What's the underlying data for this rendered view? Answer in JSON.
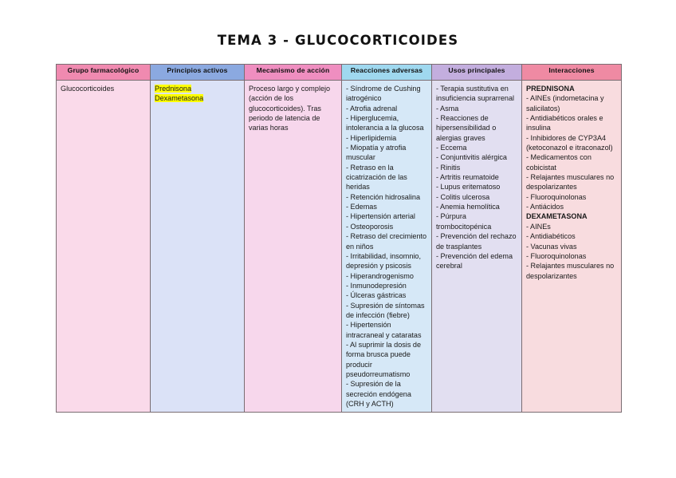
{
  "document": {
    "title": "TEMA 3 - GLUCOCORTICOIDES"
  },
  "table": {
    "headers": [
      {
        "label": "Grupo farmacológico",
        "header_color": "#f08ab0",
        "body_color": "#fadaea"
      },
      {
        "label": "Principios activos",
        "header_color": "#8ba9e0",
        "body_color": "#dbe2f7"
      },
      {
        "label": "Mecanismo de acción",
        "header_color": "#ef8ec0",
        "body_color": "#f7d7ec"
      },
      {
        "label": "Reacciones adversas",
        "header_color": "#9fd8ef",
        "body_color": "#d6e8f7"
      },
      {
        "label": "Usos principales",
        "header_color": "#c3aede",
        "body_color": "#e2dff1"
      },
      {
        "label": "Interacciones",
        "header_color": "#ef8aa3",
        "body_color": "#f8dcdf"
      }
    ],
    "row": {
      "grupo_farmacologico": [
        {
          "text": "Glucocorticoides",
          "highlight": false,
          "bold": false
        }
      ],
      "principios_activos": [
        {
          "text": "Prednisona",
          "highlight": true,
          "bold": false
        },
        {
          "text": "Dexametasona",
          "highlight": true,
          "bold": false
        }
      ],
      "mecanismo_de_accion": [
        {
          "text": "Proceso largo y complejo (acción de los glucocorticoides). Tras periodo de latencia de varias horas",
          "highlight": false,
          "bold": false
        }
      ],
      "reacciones_adversas": [
        {
          "text": "- Síndrome de Cushing iatrogénico",
          "highlight": false,
          "bold": false
        },
        {
          "text": "- Atrofia adrenal",
          "highlight": false,
          "bold": false
        },
        {
          "text": "- Hiperglucemia, intolerancia a la glucosa",
          "highlight": false,
          "bold": false
        },
        {
          "text": "- Hiperlipidemia",
          "highlight": false,
          "bold": false
        },
        {
          "text": "- Miopatía y atrofia muscular",
          "highlight": false,
          "bold": false
        },
        {
          "text": "- Retraso en la cicatrización de las heridas",
          "highlight": false,
          "bold": false
        },
        {
          "text": "- Retención hidrosalina",
          "highlight": false,
          "bold": false
        },
        {
          "text": "- Edemas",
          "highlight": false,
          "bold": false
        },
        {
          "text": "- Hipertensión arterial",
          "highlight": false,
          "bold": false
        },
        {
          "text": "- Osteoporosis",
          "highlight": false,
          "bold": false
        },
        {
          "text": "- Retraso del crecimiento en niños",
          "highlight": false,
          "bold": false
        },
        {
          "text": "- Irritabilidad, insomnio, depresión y psicosis",
          "highlight": false,
          "bold": false
        },
        {
          "text": "- Hiperandrogenismo",
          "highlight": false,
          "bold": false
        },
        {
          "text": "- Inmunodepresión",
          "highlight": false,
          "bold": false
        },
        {
          "text": "- Úlceras gástricas",
          "highlight": false,
          "bold": false
        },
        {
          "text": "- Supresión de síntomas de infección (fiebre)",
          "highlight": false,
          "bold": false
        },
        {
          "text": "- Hipertensión intracraneal y cataratas",
          "highlight": false,
          "bold": false
        },
        {
          "text": "- Al suprimir la dosis de forma brusca puede producir pseudorreumatismo",
          "highlight": false,
          "bold": false
        },
        {
          "text": "- Supresión de la secreción endógena (CRH y ACTH)",
          "highlight": false,
          "bold": false
        }
      ],
      "usos_principales": [
        {
          "text": "- Terapia sustitutiva en insuficiencia suprarrenal",
          "highlight": false,
          "bold": false
        },
        {
          "text": "- Asma",
          "highlight": false,
          "bold": false
        },
        {
          "text": "- Reacciones de hipersensibilidad o alergias graves",
          "highlight": false,
          "bold": false
        },
        {
          "text": "- Eccema",
          "highlight": false,
          "bold": false
        },
        {
          "text": "- Conjuntivitis alérgica",
          "highlight": false,
          "bold": false
        },
        {
          "text": "- Rinitis",
          "highlight": false,
          "bold": false
        },
        {
          "text": "- Artritis reumatoide",
          "highlight": false,
          "bold": false
        },
        {
          "text": "- Lupus eritematoso",
          "highlight": false,
          "bold": false
        },
        {
          "text": "- Colitis ulcerosa",
          "highlight": false,
          "bold": false
        },
        {
          "text": "- Anemia hemolítica",
          "highlight": false,
          "bold": false
        },
        {
          "text": "- Púrpura trombocitopénica",
          "highlight": false,
          "bold": false
        },
        {
          "text": "- Prevención del rechazo de trasplantes",
          "highlight": false,
          "bold": false
        },
        {
          "text": "- Prevención del edema cerebral",
          "highlight": false,
          "bold": false
        }
      ],
      "interacciones": [
        {
          "text": "PREDNISONA",
          "highlight": false,
          "bold": true
        },
        {
          "text": "- AINEs (indometacina y salicilatos)",
          "highlight": false,
          "bold": false
        },
        {
          "text": "- Antidiabéticos orales e insulina",
          "highlight": false,
          "bold": false
        },
        {
          "text": "- Inhibidores de CYP3A4 (ketoconazol e itraconazol)",
          "highlight": false,
          "bold": false
        },
        {
          "text": "- Medicamentos con cobicistat",
          "highlight": false,
          "bold": false
        },
        {
          "text": "- Relajantes musculares no despolarizantes",
          "highlight": false,
          "bold": false
        },
        {
          "text": "- Fluoroquinolonas",
          "highlight": false,
          "bold": false
        },
        {
          "text": "- Antiácidos",
          "highlight": false,
          "bold": false
        },
        {
          "text": "DEXAMETASONA",
          "highlight": false,
          "bold": true
        },
        {
          "text": "- AINEs",
          "highlight": false,
          "bold": false
        },
        {
          "text": "- Antidiabéticos",
          "highlight": false,
          "bold": false
        },
        {
          "text": "- Vacunas vivas",
          "highlight": false,
          "bold": false
        },
        {
          "text": "- Fluoroquinolonas",
          "highlight": false,
          "bold": false
        },
        {
          "text": "- Relajantes musculares no despolarizantes",
          "highlight": false,
          "bold": false
        }
      ]
    }
  }
}
